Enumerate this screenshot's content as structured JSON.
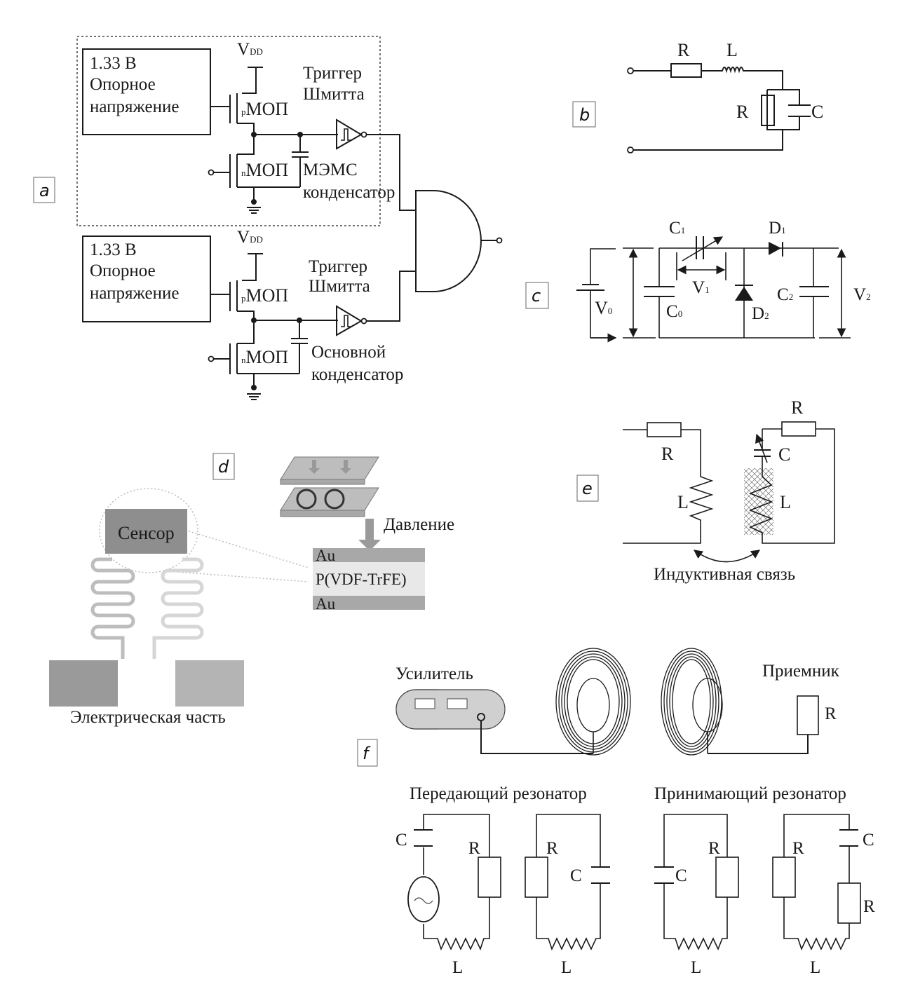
{
  "panels": {
    "a": {
      "label": "a",
      "blocks": [
        {
          "voltage": "1.33 В",
          "ref_line1": "Опорное",
          "ref_line2": "напряжение",
          "vdd": "V",
          "vdd_sub": "DD",
          "pmos_prefix": "p",
          "pmos": "МОП",
          "nmos_prefix": "n",
          "nmos": "МОП",
          "trigger_line1": "Триггер",
          "trigger_line2": "Шмитта",
          "cap_line1": "МЭМС",
          "cap_line2": "конденсатор"
        },
        {
          "voltage": "1.33 В",
          "ref_line1": "Опорное",
          "ref_line2": "напряжение",
          "vdd": "V",
          "vdd_sub": "DD",
          "pmos_prefix": "p",
          "pmos": "МОП",
          "nmos_prefix": "n",
          "nmos": "МОП",
          "trigger_line1": "Триггер",
          "trigger_line2": "Шмитта",
          "cap_line1": "Основной",
          "cap_line2": "конденсатор"
        }
      ]
    },
    "b": {
      "label": "b",
      "series_r": "R",
      "series_l": "L",
      "parallel_r": "R",
      "parallel_c": "C"
    },
    "c": {
      "label": "c",
      "c1": "C",
      "c1_sub": "1",
      "d1": "D",
      "d1_sub": "1",
      "v1": "V",
      "v1_sub": "1",
      "v0": "V",
      "v0_sub": "0",
      "c0": "C",
      "c0_sub": "0",
      "d2": "D",
      "d2_sub": "2",
      "c2": "C",
      "c2_sub": "2",
      "v2": "V",
      "v2_sub": "2"
    },
    "d": {
      "label": "d",
      "sensor": "Сенсор",
      "pressure": "Давление",
      "layers": [
        "Au",
        "P(VDF-TrFE)",
        "Au"
      ],
      "caption": "Электрическая часть"
    },
    "e": {
      "label": "e",
      "r_left": "R",
      "l_left": "L",
      "r_right": "R",
      "c_right": "C",
      "l_right": "L",
      "coupling": "Индуктивная связь"
    },
    "f": {
      "label": "f",
      "amplifier": "Усилитель",
      "receiver": "Приемник",
      "receiver_r": "R",
      "tx_title": "Передающий резонатор",
      "rx_title": "Принимающий резонатор",
      "circuits": [
        {
          "c": "C",
          "r": "R",
          "l": "L"
        },
        {
          "r": "R",
          "c": "C",
          "l": "L"
        },
        {
          "c": "C",
          "r": "R",
          "l": "L"
        },
        {
          "r": "R",
          "c": "C",
          "r2": "R",
          "l": "L"
        }
      ]
    }
  }
}
